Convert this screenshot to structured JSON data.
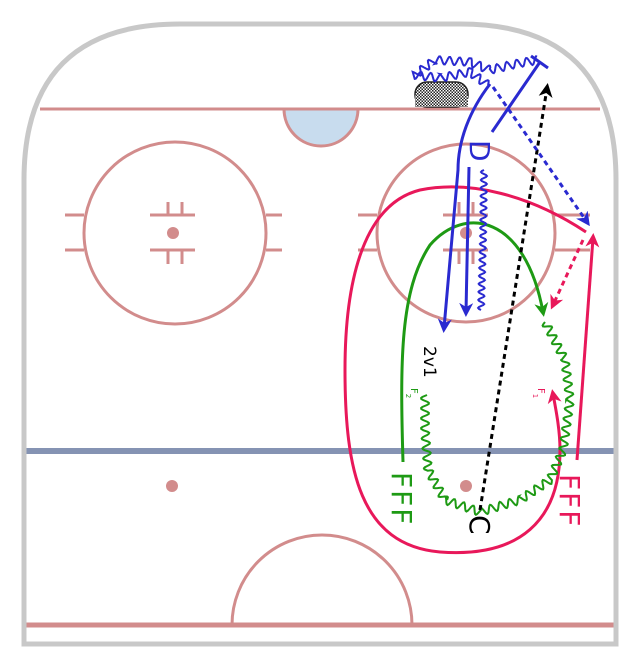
{
  "labels": {
    "defender": "D",
    "drill_note": "2v1",
    "forward_2": "F",
    "forward_2_sub": "2",
    "forward_1": "F",
    "forward_1_sub": "1",
    "forwards_left": "FFF",
    "forwards_right": "FFF",
    "coach": "C"
  },
  "colors": {
    "boards": "#c8c8c8",
    "rink_red": "#d28c8c",
    "blue_line": "#8593b3",
    "crease": "#c8dcee",
    "defense": "#2a2ad0",
    "forward_red": "#e8185a",
    "forward_green": "#1e9a14",
    "coach": "#000000"
  }
}
